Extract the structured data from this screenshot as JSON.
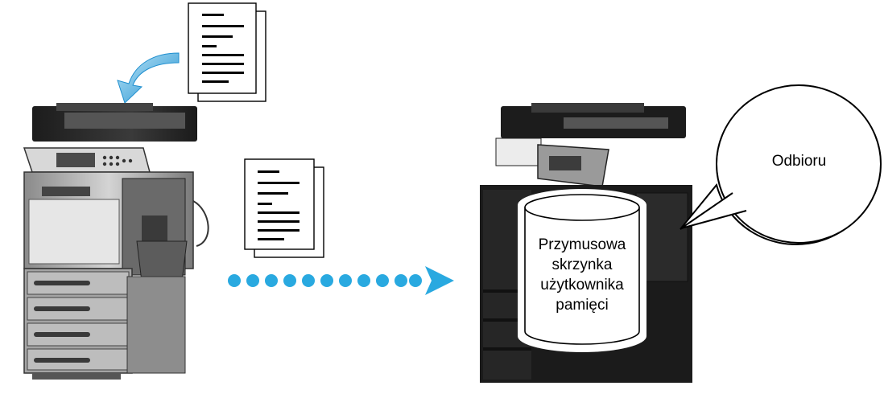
{
  "diagram": {
    "cylinder_label": [
      "Przymusowa",
      "skrzynka",
      "użytkownika",
      "pamięci"
    ],
    "bubble_label": "Odbioru",
    "colors": {
      "arrow_dots": "#29a9e0",
      "feed_arrow": "#29a9e0",
      "machine_dark": "#2b2b2b",
      "machine_mid": "#5a5a5a",
      "machine_light": "#a8a8a8",
      "paper": "#ffffff",
      "ink": "#000000"
    }
  }
}
